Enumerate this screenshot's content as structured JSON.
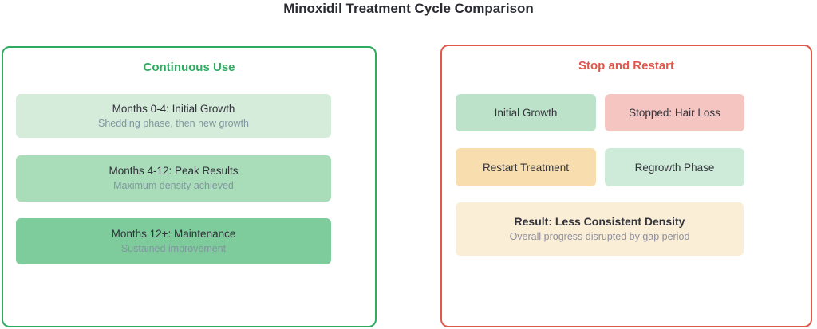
{
  "title": "Minoxidil Treatment Cycle Comparison",
  "colors": {
    "green_accent": "#2fab61",
    "red_accent": "#e2574b",
    "row_bg_1": "#d5ecdb",
    "row_bg_2": "#a9dcb8",
    "row_bg_3": "#7ecc9c",
    "box_green": "#bce3c9",
    "box_pink": "#f5c6c1",
    "box_orange": "#f8ddae",
    "box_light_green": "#cdebd8",
    "box_cream": "#faeed6"
  },
  "left_panel": {
    "title": "Continuous Use",
    "rows": [
      {
        "title": "Months 0-4: Initial Growth",
        "subtitle": "Shedding phase, then new growth"
      },
      {
        "title": "Months 4-12: Peak Results",
        "subtitle": "Maximum density achieved"
      },
      {
        "title": "Months 12+: Maintenance",
        "subtitle": "Sustained improvement"
      }
    ]
  },
  "right_panel": {
    "title": "Stop and Restart",
    "boxes": [
      {
        "label": "Initial Growth"
      },
      {
        "label": "Stopped: Hair Loss"
      },
      {
        "label": "Restart Treatment"
      },
      {
        "label": "Regrowth Phase"
      }
    ],
    "result": {
      "title": "Result: Less Consistent Density",
      "subtitle": "Overall progress disrupted by gap period"
    }
  }
}
